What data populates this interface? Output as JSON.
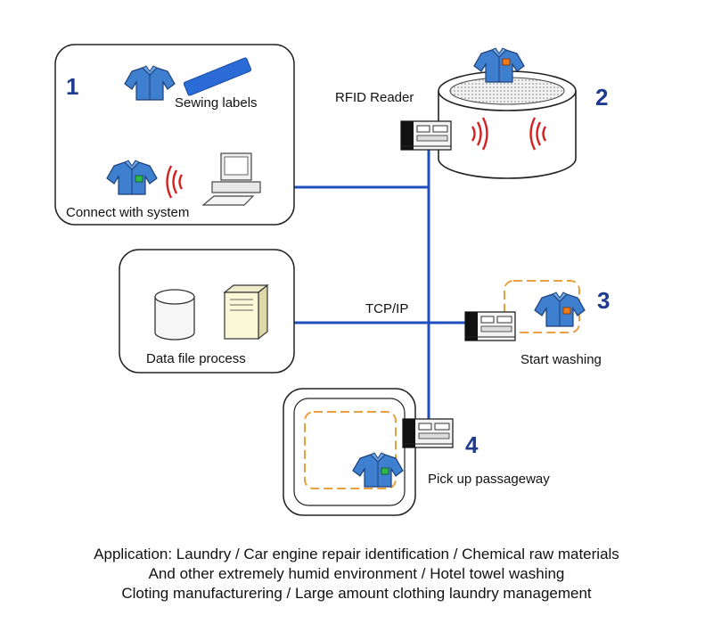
{
  "steps": {
    "one": "1",
    "two": "2",
    "three": "3",
    "four": "4"
  },
  "labels": {
    "sewing_labels": "Sewing labels",
    "connect_with_system": "Connect with system",
    "rfid_reader": "RFID Reader",
    "tcp_ip": "TCP/IP",
    "data_file_process": "Data file process",
    "start_washing": "Start washing",
    "pick_up_passageway": "Pick up passageway"
  },
  "caption": {
    "line1": "Application: Laundry / Car engine repair identification / Chemical raw materials",
    "line2": "And other extremely humid environment / Hotel towel washing",
    "line3": "Cloting manufacturering / Large amount clothing laundry management"
  },
  "colors": {
    "network_line": "#1f4fbf",
    "step_number": "#1f3b8f",
    "shirt": "#3f7fd0",
    "rfid_wave": "#d42020",
    "tag_green": "#2fb84a",
    "tag_orange": "#f07a1a",
    "dashed_path": "#e8a040"
  },
  "icons": [
    "shirt-icon",
    "label-strip-icon",
    "computer-icon",
    "rfid-reader-icon",
    "database-icon",
    "server-icon",
    "washing-tub-icon",
    "rfid-wave-icon"
  ]
}
